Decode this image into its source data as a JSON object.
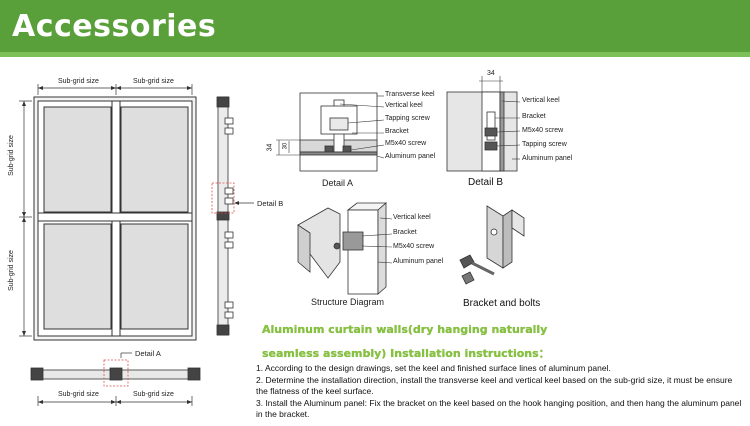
{
  "banner": {
    "title": "Accessories"
  },
  "diagram": {
    "sub_grid_top_left": "Sub-grid size",
    "sub_grid_top_right": "Sub-grid size",
    "sub_grid_left_upper": "Sub-grid size",
    "sub_grid_left_lower": "Sub-grid size",
    "sub_grid_bottom_left": "Sub-grid size",
    "sub_grid_bottom_right": "Sub-grid size",
    "detail_b_pointer": "Detail B",
    "detail_a_pointer": "Detail A"
  },
  "detail_a": {
    "labels": [
      "Transverse keel",
      "Vertical keel",
      "Tapping screw",
      "Bracket",
      "M5x40 screw",
      "Aluminum panel"
    ],
    "dim_outer": "34",
    "dim_inner": "30",
    "caption": "Detail A"
  },
  "detail_b": {
    "labels": [
      "Vertical keel",
      "Bracket",
      "M5x40 screw",
      "Tapping screw",
      "Aluminum panel"
    ],
    "dim_top": "34",
    "caption": "Detail B"
  },
  "structure": {
    "labels": [
      "Vertical keel",
      "Bracket",
      "M5x40 screw",
      "Aluminum panel"
    ],
    "caption": "Structure Diagram"
  },
  "bracket_bolts": {
    "caption": "Bracket and bolts"
  },
  "section": {
    "heading_line1": "Aluminum curtain walls(dry hanging naturally",
    "heading_line2": "seamless assembly) Installation instructions：",
    "steps": [
      "1. According to the design drawings, set the keel and finished surface lines of aluminum panel.",
      "2. Determine the installation direction, install the transverse keel and vertical keel based on the sub-grid size, it must be ensure the flatness of the keel surface.",
      "3. Install the Aluminum panel: Fix the bracket on the keel based on the hook hanging position, and then hang the aluminum panel in the bracket."
    ]
  },
  "colors": {
    "banner_green": "#5aa03a",
    "heading_green": "#86c23c",
    "panel_gray": "#e2e2e2"
  }
}
